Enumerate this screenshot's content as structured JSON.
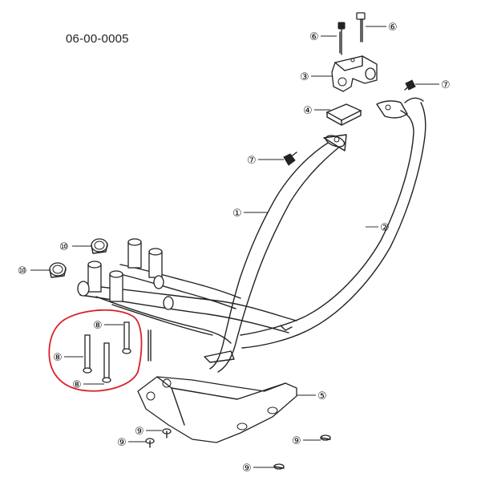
{
  "part_code": "06-00-0005",
  "callouts": [
    {
      "id": "c6a",
      "label": "⑥"
    },
    {
      "id": "c6b",
      "label": "⑥"
    },
    {
      "id": "c3",
      "label": "③"
    },
    {
      "id": "c7a",
      "label": "⑦"
    },
    {
      "id": "c4",
      "label": "④"
    },
    {
      "id": "c7b",
      "label": "⑦"
    },
    {
      "id": "c1",
      "label": "①"
    },
    {
      "id": "c2",
      "label": "②"
    },
    {
      "id": "c10a",
      "label": "⑩"
    },
    {
      "id": "c10b",
      "label": "⑩"
    },
    {
      "id": "c8a",
      "label": "⑧"
    },
    {
      "id": "c8b",
      "label": "⑧"
    },
    {
      "id": "c8c",
      "label": "⑧"
    },
    {
      "id": "c5",
      "label": "⑤"
    },
    {
      "id": "c9a",
      "label": "⑨"
    },
    {
      "id": "c9b",
      "label": "⑨"
    },
    {
      "id": "c9c",
      "label": "⑨"
    },
    {
      "id": "c9d",
      "label": "⑨"
    }
  ],
  "highlight_color": "#d9202a"
}
